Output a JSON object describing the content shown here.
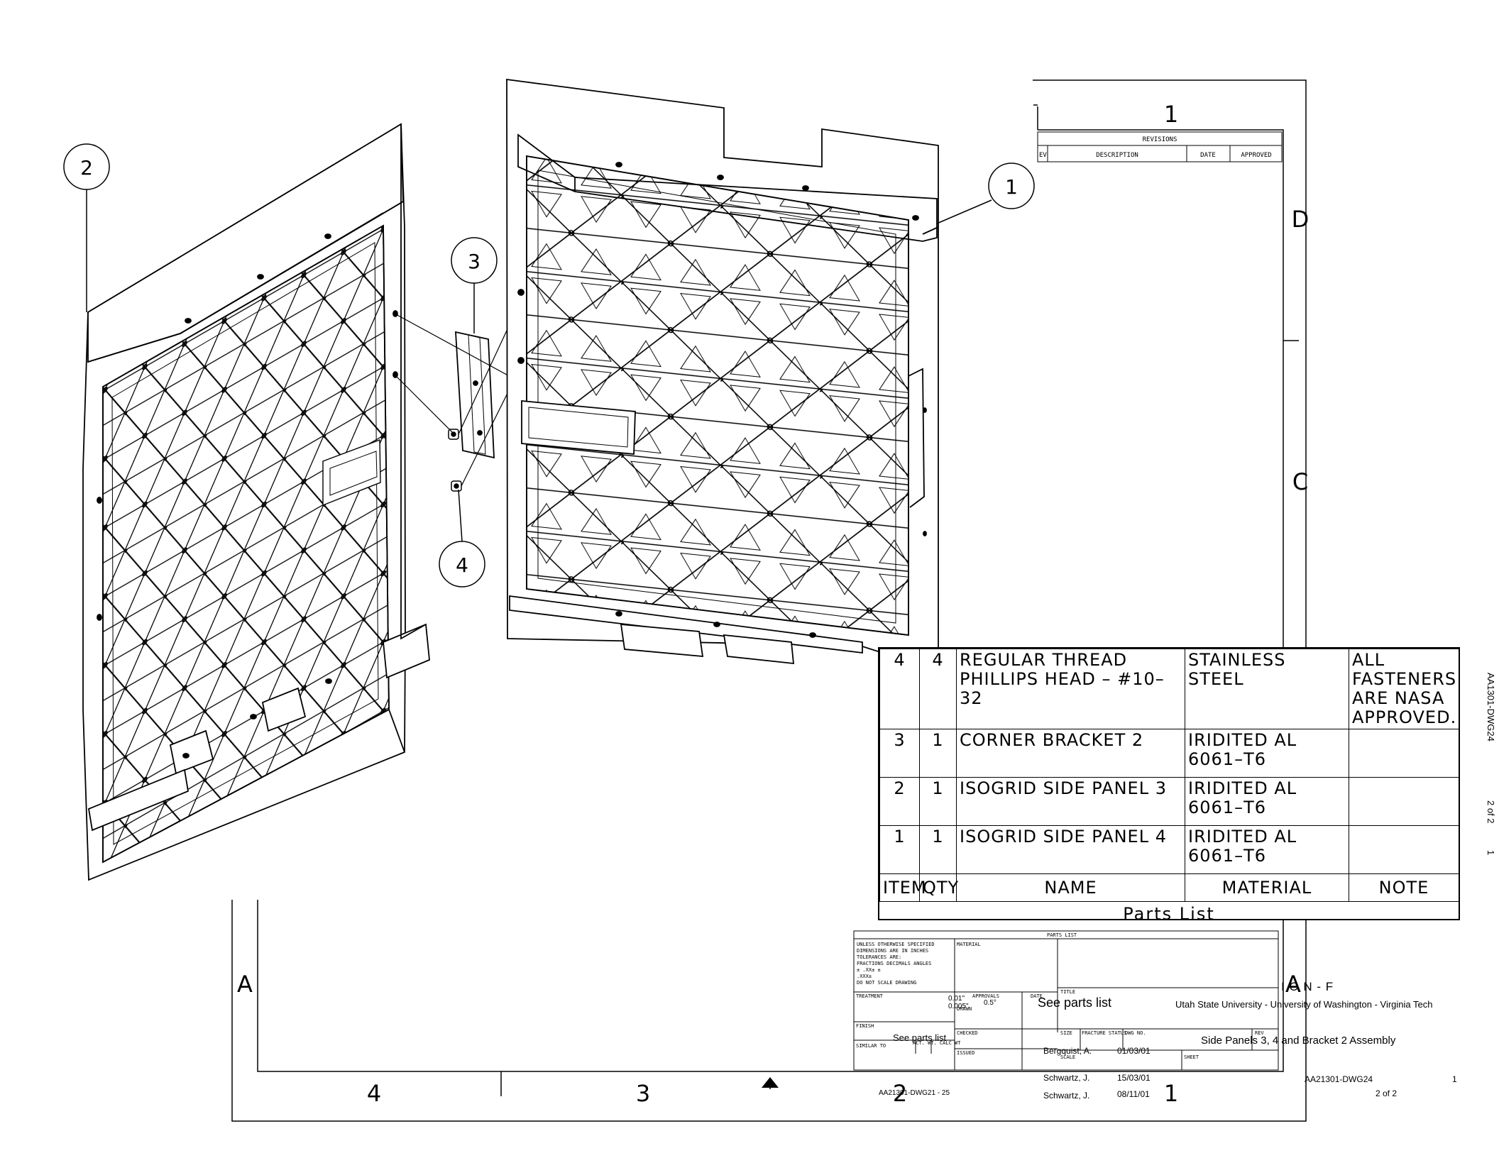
{
  "callouts": [
    {
      "label": "2"
    },
    {
      "label": "1"
    },
    {
      "label": "3"
    },
    {
      "label": "4"
    }
  ],
  "zones": {
    "top_1": "1",
    "row_D": "D",
    "row_C": "C",
    "row_A_left": "A",
    "row_A_right": "A",
    "col_4": "4",
    "col_3": "3",
    "col_2": "2",
    "col_1": "1"
  },
  "revisions": {
    "title": "REVISIONS",
    "columns": [
      "EV",
      "DESCRIPTION",
      "DATE",
      "APPROVED"
    ]
  },
  "parts_list": {
    "rows": [
      {
        "item": "4",
        "qty": "4",
        "name": "REGULAR THREAD PHILLIPS HEAD – #10–32",
        "material": "STAINLESS STEEL",
        "note": "ALL FASTENERS ARE NASA APPROVED."
      },
      {
        "item": "3",
        "qty": "1",
        "name": "CORNER BRACKET 2",
        "material": "IRIDITED AL 6061–T6",
        "note": ""
      },
      {
        "item": "2",
        "qty": "1",
        "name": "ISOGRID SIDE PANEL 3",
        "material": "IRIDITED AL 6061–T6",
        "note": ""
      },
      {
        "item": "1",
        "qty": "1",
        "name": "ISOGRID SIDE PANEL 4",
        "material": "IRIDITED AL 6061–T6",
        "note": ""
      }
    ],
    "header": {
      "item": "ITEM",
      "qty": "QTY",
      "name": "NAME",
      "material": "MATERIAL",
      "note": "NOTE"
    },
    "title": "Parts List"
  },
  "side_text": {
    "dwg": "AA1301-DWG24",
    "sheet": "2 of 2",
    "rev": "1"
  },
  "title_block": {
    "parts_list_label": "PARTS LIST",
    "tolerance_note": [
      "UNLESS OTHERWISE SPECIFIED",
      "DIMENSIONS ARE IN INCHES",
      "TOLERANCES ARE:",
      "FRACTIONS  DECIMALS  ANGLES",
      "±        .XX±       ±",
      "           .XXX±",
      "DO NOT SCALE DRAWING"
    ],
    "material_label": "MATERIAL",
    "treatment_label": "TREATMENT",
    "finish_label": "FINISH",
    "similar_to_label": "SIMILAR TO",
    "act_wt_label": "ACT. WT.  CALC WT",
    "approvals_label": "APPROVALS",
    "date_label": "DATE",
    "drawn_label": "DRAWN",
    "checked_label": "CHECKED",
    "issued_label": "ISSUED",
    "title_label": "TITLE",
    "size_label": "SIZE",
    "fracture_label": "FRACTURE STATUS",
    "dwg_no_label": "DWG NO.",
    "rev_label": "REV",
    "scale_label": "SCALE",
    "sheet_label": "SHEET",
    "tol_001": "0.01\"",
    "tol_0005": "0.005\"",
    "tol_angle": "0.5°",
    "see_parts_list_1": "See parts list",
    "see_parts_list_2": "See parts list",
    "project": "I O N - F",
    "universities": "Utah State University - University of Washington - Virginia Tech",
    "drawing_title": "Side Panels 3, 4 and Bracket 2 Assembly",
    "drawn_by": "Bergquist, A.",
    "drawn_date": "01/03/01",
    "checked_by": "Schwartz, J.",
    "checked_date": "15/03/01",
    "issued_by": "Schwartz, J.",
    "issued_date": "08/11/01",
    "dwg_number": "AA21301-DWG24",
    "rev_value": "1",
    "sheet_value": "2 of 2",
    "ref_dwg": "AA21301-DWG21 - 25"
  }
}
